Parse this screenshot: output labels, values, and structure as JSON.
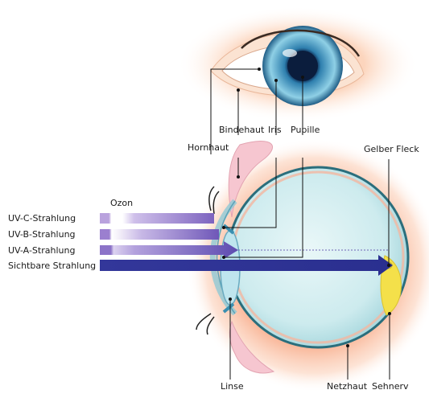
{
  "rays_header": "Ozon",
  "rays": [
    {
      "id": "uv-c",
      "label": "UV-C-Strahlung",
      "color": "#9b7fc4"
    },
    {
      "id": "uv-b",
      "label": "UV-B-Strahlung",
      "color": "#8f74c2"
    },
    {
      "id": "uv-a",
      "label": "UV-A-Strahlung",
      "color": "#7a64bd"
    },
    {
      "id": "visible",
      "label": "Sichtbare Strahlung",
      "color": "#2a2f8f"
    }
  ],
  "anatomy_labels": {
    "hornhaut": "Hornhaut",
    "bindehaut": "Bindehaut",
    "iris": "Iris",
    "pupille": "Pupille",
    "gelber_fleck": "Gelber Fleck",
    "linse": "Linse",
    "netzhaut": "Netzhaut",
    "sehnerv": "Sehnerv"
  },
  "colors": {
    "eyeball_fill": "#cdebee",
    "glow": "#f7a27d",
    "iris": "#3a8fb0",
    "macula": "#f4e04a"
  }
}
